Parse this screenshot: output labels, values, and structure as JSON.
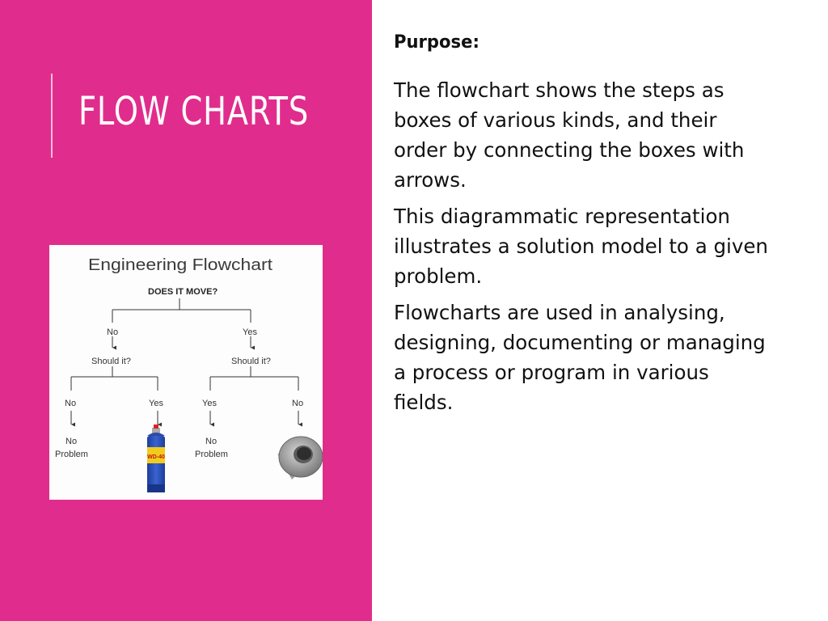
{
  "slide": {
    "title": "FLOW CHARTS",
    "colors": {
      "left_panel": "#e02d8d",
      "accent_line": "#f4bdd9",
      "title_text": "#ffffff",
      "body_text": "#111111",
      "right_panel": "#ffffff"
    }
  },
  "content": {
    "heading": "Purpose:",
    "paragraphs": [
      [
        "The flowchart shows the steps as",
        "boxes of various kinds, and their",
        "order by connecting the boxes with",
        "arrows."
      ],
      [
        "This diagrammatic representation",
        "illustrates a solution model to a given",
        "problem."
      ],
      [
        "Flowcharts are used in analysing,",
        "designing, documenting or managing",
        "a process or program in various",
        "fields."
      ]
    ]
  },
  "figure": {
    "title": "Engineering Flowchart",
    "root_question": "DOES IT MOVE?",
    "branch_left": {
      "answer": "No",
      "question": "Should it?",
      "leaf_left": {
        "answer": "No",
        "result": [
          "No",
          "Problem"
        ]
      },
      "leaf_right": {
        "answer": "Yes",
        "result_icon": "spray-can-icon"
      }
    },
    "branch_right": {
      "answer": "Yes",
      "question": "Should it?",
      "leaf_left": {
        "answer": "Yes",
        "result": [
          "No",
          "Problem"
        ]
      },
      "leaf_right": {
        "answer": "No",
        "result_icon": "duct-tape-icon"
      }
    },
    "spray_can_label": "WD-40"
  }
}
